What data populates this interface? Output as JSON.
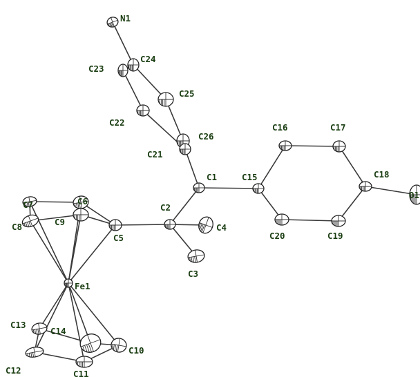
{
  "atoms": [
    {
      "id": "N1",
      "label": "N1"
    },
    {
      "id": "C24",
      "label": "C24"
    },
    {
      "id": "C23",
      "label": "C23"
    },
    {
      "id": "C25",
      "label": "C25"
    },
    {
      "id": "C22",
      "label": "C22"
    },
    {
      "id": "C26",
      "label": "C26"
    },
    {
      "id": "C21",
      "label": "C21"
    },
    {
      "id": "C16",
      "label": "C16"
    },
    {
      "id": "C17",
      "label": "C17"
    },
    {
      "id": "C1",
      "label": "C1"
    },
    {
      "id": "C15",
      "label": "C15"
    },
    {
      "id": "C18",
      "label": "C18"
    },
    {
      "id": "O1",
      "label": "O1"
    },
    {
      "id": "C7",
      "label": "C7"
    },
    {
      "id": "C6",
      "label": "C6"
    },
    {
      "id": "C2",
      "label": "C2"
    },
    {
      "id": "C4",
      "label": "C4"
    },
    {
      "id": "C8",
      "label": "C8"
    },
    {
      "id": "C9",
      "label": "C9"
    },
    {
      "id": "C5",
      "label": "C5"
    },
    {
      "id": "C20",
      "label": "C20"
    },
    {
      "id": "C19",
      "label": "C19"
    },
    {
      "id": "C3",
      "label": "C3"
    },
    {
      "id": "Fe1",
      "label": "Fe1"
    },
    {
      "id": "C13",
      "label": "C13"
    },
    {
      "id": "C14",
      "label": "C14"
    },
    {
      "id": "C10",
      "label": "C10"
    },
    {
      "id": "C12",
      "label": "C12"
    },
    {
      "id": "C11",
      "label": "C11"
    }
  ],
  "bonds": [
    [
      "N1",
      "C24"
    ],
    [
      "C24",
      "C23"
    ],
    [
      "C24",
      "C25"
    ],
    [
      "C23",
      "C22"
    ],
    [
      "C22",
      "C21"
    ],
    [
      "C25",
      "C26"
    ],
    [
      "C26",
      "C21"
    ],
    [
      "C21",
      "C1"
    ],
    [
      "C1",
      "C15"
    ],
    [
      "C1",
      "C2"
    ],
    [
      "C15",
      "C16"
    ],
    [
      "C16",
      "C17"
    ],
    [
      "C17",
      "C18"
    ],
    [
      "C18",
      "O1"
    ],
    [
      "C18",
      "C19"
    ],
    [
      "C19",
      "C20"
    ],
    [
      "C20",
      "C15"
    ],
    [
      "C2",
      "C4"
    ],
    [
      "C2",
      "C3"
    ],
    [
      "C2",
      "C5"
    ],
    [
      "C5",
      "C6"
    ],
    [
      "C5",
      "C9"
    ],
    [
      "C6",
      "C7"
    ],
    [
      "C7",
      "C8"
    ],
    [
      "C8",
      "C9"
    ],
    [
      "C10",
      "C11"
    ],
    [
      "C11",
      "C12"
    ],
    [
      "C12",
      "C13"
    ],
    [
      "C13",
      "C14"
    ],
    [
      "C14",
      "C10"
    ],
    [
      "Fe1",
      "C5"
    ],
    [
      "Fe1",
      "C6"
    ],
    [
      "Fe1",
      "C7"
    ],
    [
      "Fe1",
      "C8"
    ],
    [
      "Fe1",
      "C9"
    ],
    [
      "Fe1",
      "C10"
    ],
    [
      "Fe1",
      "C11"
    ],
    [
      "Fe1",
      "C12"
    ],
    [
      "Fe1",
      "C13"
    ],
    [
      "Fe1",
      "C14"
    ]
  ]
}
